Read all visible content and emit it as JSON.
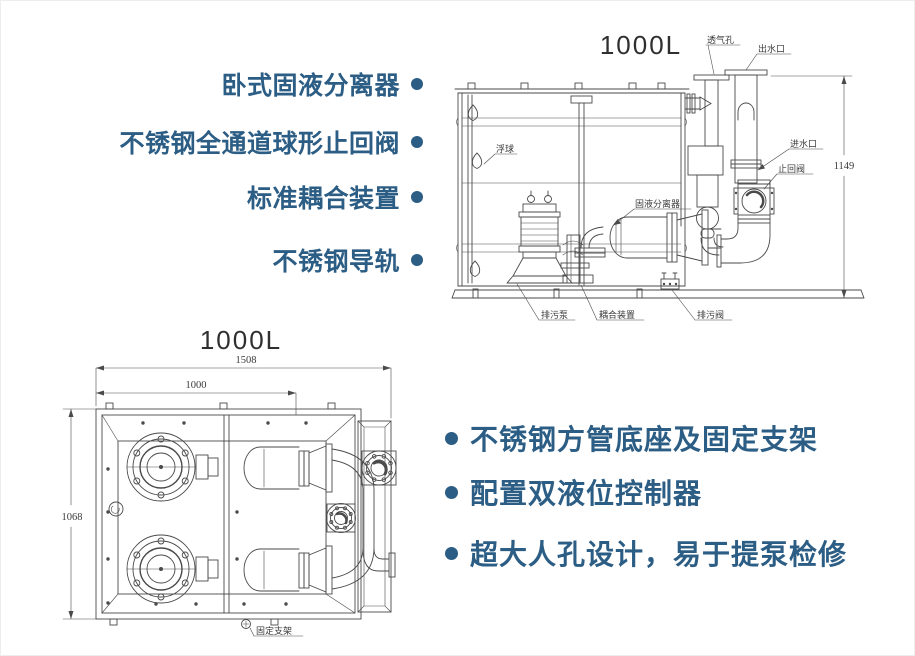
{
  "colors": {
    "accent_text": "#2c5d84",
    "drawing_line": "#4a4a4a",
    "drawing_label": "#3a3a3a"
  },
  "features_left": {
    "items": [
      {
        "label": "卧式固液分离器"
      },
      {
        "label": "不锈钢全通道球形止回阀"
      },
      {
        "label": "标准耦合装置"
      },
      {
        "label": "不锈钢导轨"
      }
    ]
  },
  "features_right": {
    "items": [
      {
        "label": "不锈钢方管底座及固定支架"
      },
      {
        "label": "配置双液位控制器"
      },
      {
        "label": "超大人孔设计，易于提泵检修"
      }
    ]
  },
  "side_view": {
    "title": "1000L",
    "height_dimension": "1149",
    "labels": {
      "vent_hole": "透气孔",
      "water_outlet": "出水口",
      "float_ball": "浮球",
      "water_inlet": "进水口",
      "check_valve": "止回阀",
      "separator": "固液分离器",
      "sewage_pump": "排污泵",
      "coupling_device": "耦合装置",
      "drain_valve": "排污阀"
    }
  },
  "top_view": {
    "title": "1000L",
    "overall_width_dimension": "1508",
    "tank_width_dimension": "1000",
    "depth_dimension": "1068",
    "labels": {
      "fixing_bracket": "固定支架"
    }
  }
}
